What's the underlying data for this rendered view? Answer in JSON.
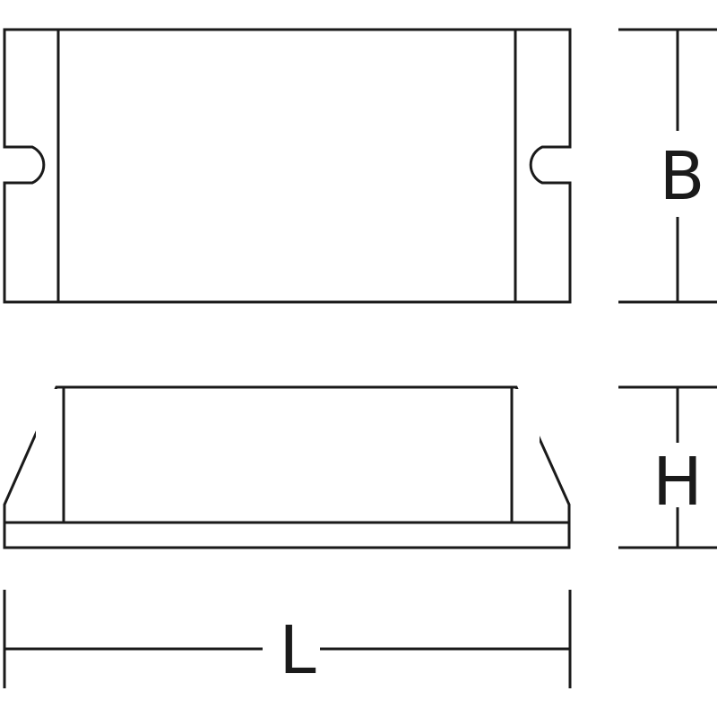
{
  "dimensions": {
    "width_label": "B",
    "height_label": "H",
    "length_label": "L"
  },
  "colors": {
    "line": "#1a1a1a",
    "background": "#ffffff"
  }
}
